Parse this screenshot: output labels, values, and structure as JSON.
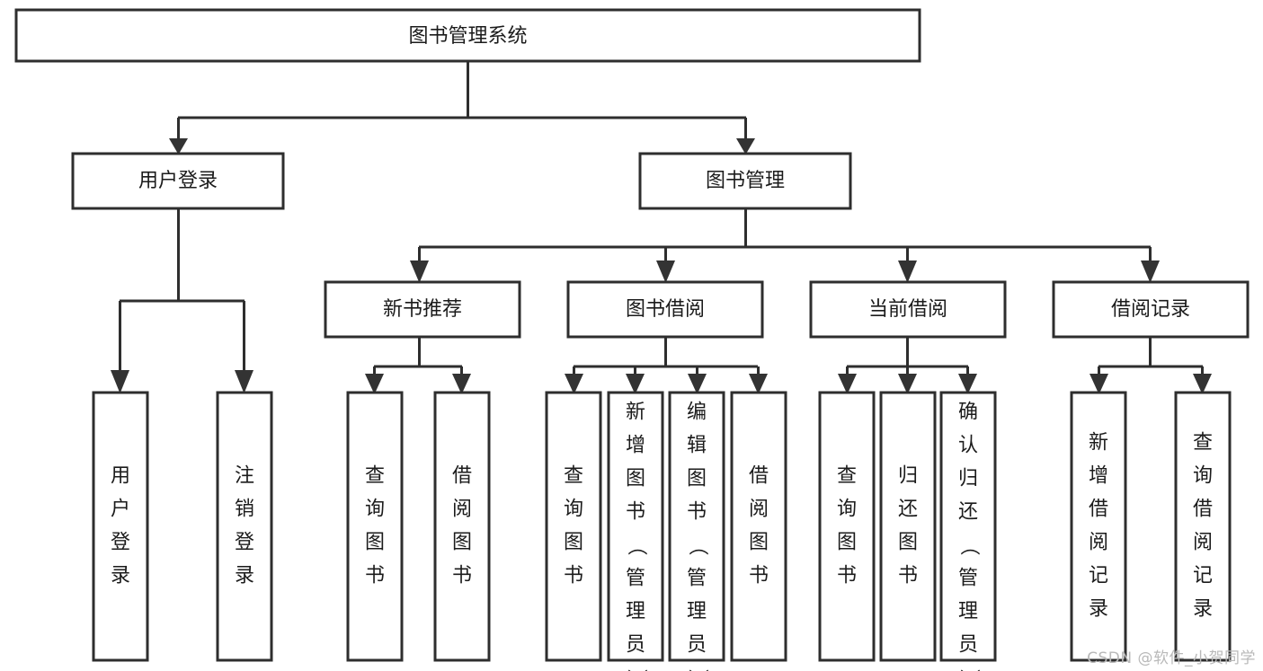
{
  "diagram": {
    "type": "tree",
    "title": "图书管理系统",
    "orientation": "top-down",
    "colors": {
      "box_stroke": "#2e2e2e",
      "box_fill": "#ffffff",
      "connector": "#2e2e2e",
      "text": "#1b1b1b",
      "watermark": "#b9b9b9",
      "background": "#ffffff"
    },
    "root": {
      "label": "图书管理系统",
      "orientation": "horizontal"
    },
    "level2": [
      {
        "id": "user-login",
        "label": "用户登录",
        "orientation": "horizontal"
      },
      {
        "id": "book-management",
        "label": "图书管理",
        "orientation": "horizontal"
      }
    ],
    "level3": [
      {
        "id": "new-book-recommend",
        "label": "新书推荐",
        "orientation": "horizontal",
        "parent": "book-management"
      },
      {
        "id": "book-borrow",
        "label": "图书借阅",
        "orientation": "horizontal",
        "parent": "book-management"
      },
      {
        "id": "current-borrow",
        "label": "当前借阅",
        "orientation": "horizontal",
        "parent": "book-management"
      },
      {
        "id": "borrow-record",
        "label": "借阅记录",
        "orientation": "horizontal",
        "parent": "book-management"
      }
    ],
    "leaves": [
      {
        "id": "leaf-user-login",
        "label": "用户登录",
        "orientation": "vertical",
        "parent": "user-login"
      },
      {
        "id": "leaf-logout",
        "label": "注销登录",
        "orientation": "vertical",
        "parent": "user-login"
      },
      {
        "id": "leaf-query-book-1",
        "label": "查询图书",
        "orientation": "vertical",
        "parent": "new-book-recommend"
      },
      {
        "id": "leaf-borrow-book-1",
        "label": "借阅图书",
        "orientation": "vertical",
        "parent": "new-book-recommend"
      },
      {
        "id": "leaf-query-book-2",
        "label": "查询图书",
        "orientation": "vertical",
        "parent": "book-borrow"
      },
      {
        "id": "leaf-add-book",
        "label": "新增图书（管理员）",
        "orientation": "vertical",
        "parent": "book-borrow"
      },
      {
        "id": "leaf-edit-book",
        "label": "编辑图书（管理员）",
        "orientation": "vertical",
        "parent": "book-borrow"
      },
      {
        "id": "leaf-borrow-book-2",
        "label": "借阅图书",
        "orientation": "vertical",
        "parent": "book-borrow"
      },
      {
        "id": "leaf-query-book-3",
        "label": "查询图书",
        "orientation": "vertical",
        "parent": "current-borrow"
      },
      {
        "id": "leaf-return-book",
        "label": "归还图书",
        "orientation": "vertical",
        "parent": "current-borrow"
      },
      {
        "id": "leaf-confirm-return",
        "label": "确认归还（管理员）",
        "orientation": "vertical",
        "parent": "current-borrow"
      },
      {
        "id": "leaf-add-record",
        "label": "新增借阅记录",
        "orientation": "vertical",
        "parent": "borrow-record"
      },
      {
        "id": "leaf-query-record",
        "label": "查询借阅记录",
        "orientation": "vertical",
        "parent": "borrow-record"
      }
    ]
  },
  "watermark": {
    "text": "CSDN @软件_小贺同学"
  }
}
